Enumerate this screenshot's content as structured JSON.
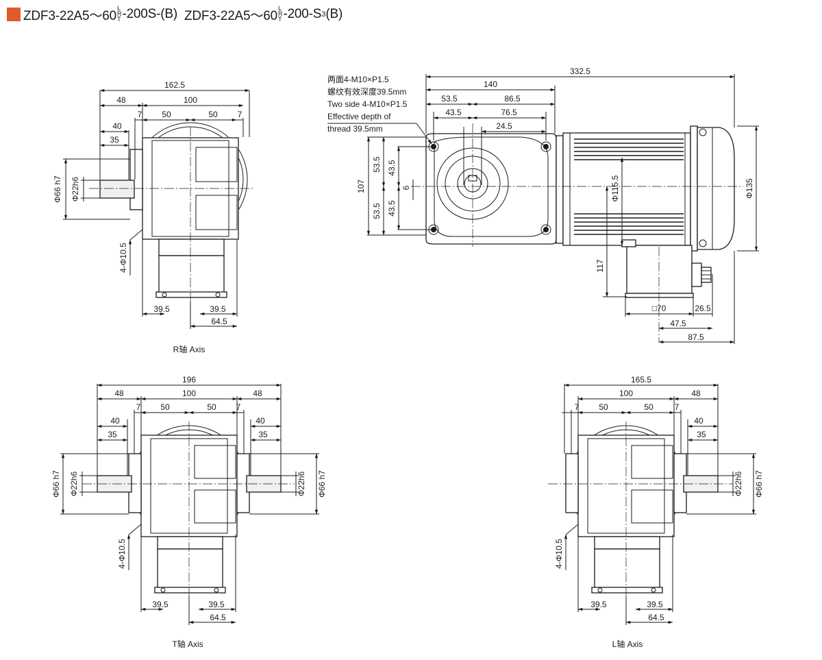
{
  "title": {
    "model_prefix": "ZDF3-22A5～60",
    "variant_letters": [
      "L",
      "R",
      "T"
    ],
    "variant_1_suffix": "-200S-(B)",
    "model_prefix_2": "ZDF3-22A5～60",
    "variant_2_mid": "-200-S",
    "variant_2_sub": "3",
    "variant_2_end": "(B)"
  },
  "views": {
    "r_axis": {
      "caption": "R轴 Axis",
      "dims": {
        "total": "162.5",
        "left": "48",
        "right": "100",
        "a7": "7",
        "b50": "50",
        "c50": "50",
        "d7": "7",
        "d40": "40",
        "d35": "35",
        "phi66": "Φ66 h7",
        "phi22": "Φ22h6",
        "holes": "4-Φ10.5",
        "b395a": "39.5",
        "b395b": "39.5",
        "b645": "64.5"
      }
    },
    "side": {
      "note_lines": [
        "两面4-M10×P1.5",
        "螺纹有效深度39.5mm",
        "Two side 4-M10×P1.5",
        "Effective depth of",
        "thread 39.5mm"
      ],
      "dims": {
        "total": "332.5",
        "d140": "140",
        "d535": "53.5",
        "d865": "86.5",
        "d435": "43.5",
        "d765": "76.5",
        "d245": "24.5",
        "v107": "107",
        "v535a": "53.5",
        "v535b": "53.5",
        "v435a": "43.5",
        "v435b": "43.5",
        "v6": "6",
        "phi115": "Φ115.5",
        "phi135": "Φ135",
        "v117": "117",
        "sq70": "□70",
        "d265": "26.5",
        "d475": "47.5",
        "d875": "87.5"
      }
    },
    "t_axis": {
      "caption": "T轴 Axis",
      "dims": {
        "total": "196",
        "left": "48",
        "mid": "100",
        "right": "48",
        "a7": "7",
        "b50": "50",
        "c50": "50",
        "d7": "7",
        "l40": "40",
        "l35": "35",
        "r40": "40",
        "r35": "35",
        "phi66l": "Φ66 h7",
        "phi22l": "Φ22h6",
        "phi22r": "Φ22h6",
        "phi66r": "Φ66 h7",
        "holes": "4-Φ10.5",
        "b395a": "39.5",
        "b395b": "39.5",
        "b645": "64.5"
      }
    },
    "l_axis": {
      "caption": "L轴 Axis",
      "dims": {
        "total": "165.5",
        "mid": "100",
        "right": "48",
        "a7": "7",
        "b50": "50",
        "c50": "50",
        "d7": "7",
        "r40": "40",
        "r35": "35",
        "phi22": "Φ22h6",
        "phi66": "Φ66 h7",
        "holes": "4-Φ10.5",
        "b395a": "39.5",
        "b395b": "39.5",
        "b645": "64.5"
      }
    }
  }
}
